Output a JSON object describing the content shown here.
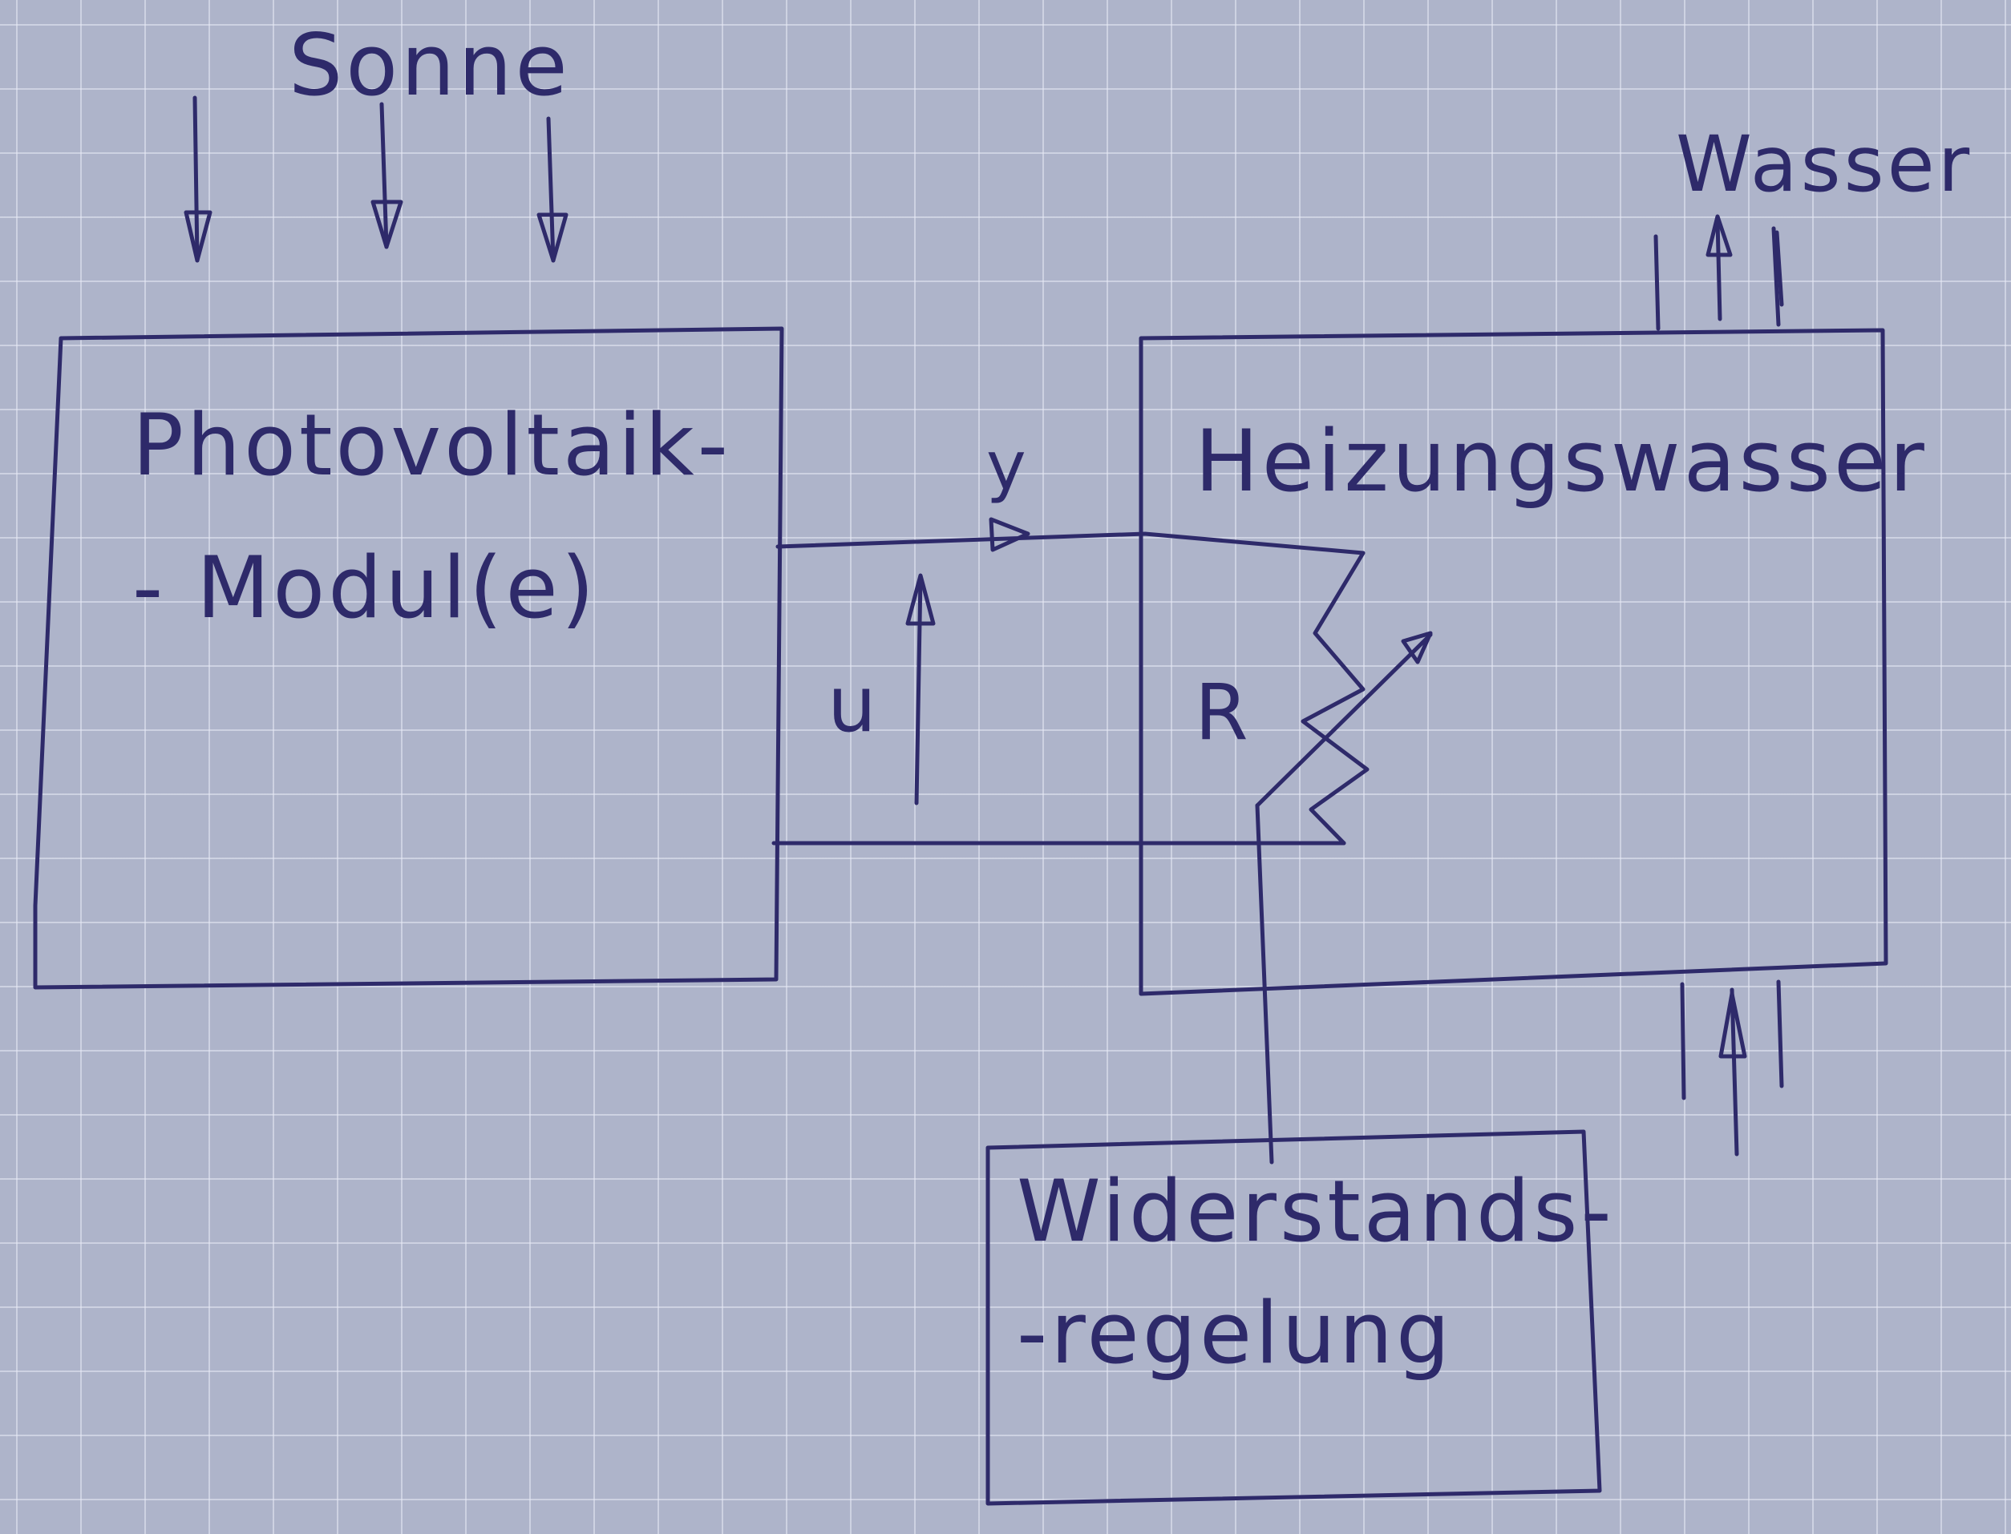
{
  "labels": {
    "sun": "Sonne",
    "water": "Wasser",
    "pv_line1": "Photovoltaik-",
    "pv_line2": "- Modul(e)",
    "current": "y",
    "voltage": "u",
    "resistor": "R",
    "heating": "Heizungswasser",
    "control_line1": "Widerstands-",
    "control_line2": "-regelung"
  },
  "colors": {
    "ink": "#2e2a6a",
    "paper": "#aeb4ca",
    "grid": "#e8eaf6"
  }
}
